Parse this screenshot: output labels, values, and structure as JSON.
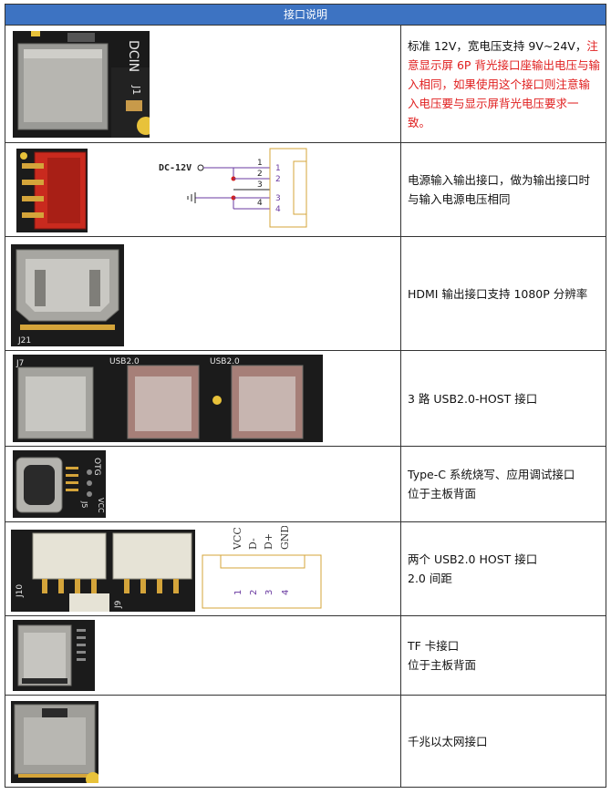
{
  "header": {
    "title": "接口说明"
  },
  "rows": [
    {
      "id": "dc-in",
      "board_label": "DCIN",
      "board_ref": "J1",
      "text_normal": "标准 12V，宽电压支持 9V~24V，",
      "text_red": "注意显示屏 6P 背光接口座输出电压与输入相同，如果使用这个接口则注意输入电压要与显示屏背光电压要求一致。"
    },
    {
      "id": "power-io",
      "schematic": {
        "net_label": "DC-12V",
        "wire_numbers": [
          "1",
          "2",
          "3",
          "4"
        ],
        "pin_numbers": [
          "1",
          "2",
          "3",
          "4"
        ]
      },
      "text": "电源输入输出接口，做为输出接口时与输入电源电压相同"
    },
    {
      "id": "hdmi",
      "board_ref": "J21",
      "text": "HDMI 输出接口支持 1080P 分辨率"
    },
    {
      "id": "usb-host",
      "board_labels": [
        "J7",
        "USB2.0",
        "USB2.0"
      ],
      "text": "3 路 USB2.0-HOST 接口"
    },
    {
      "id": "type-c",
      "board_label": "OTG",
      "board_label2": "J5",
      "board_label3": "VCC",
      "lines": [
        "Type-C 系统烧写、应用调试接口",
        "位于主板背面"
      ]
    },
    {
      "id": "usb-header",
      "board_refs": [
        "J10",
        "J9"
      ],
      "pin_names": [
        "VCC",
        "D-",
        "D+",
        "GND"
      ],
      "pin_numbers": [
        "1",
        "2",
        "3",
        "4"
      ],
      "lines": [
        "两个 USB2.0 HOST 接口",
        "2.0 间距"
      ]
    },
    {
      "id": "tf-card",
      "lines": [
        "TF 卡接口",
        "位于主板背面"
      ]
    },
    {
      "id": "ethernet",
      "text": "千兆以太网接口"
    }
  ]
}
